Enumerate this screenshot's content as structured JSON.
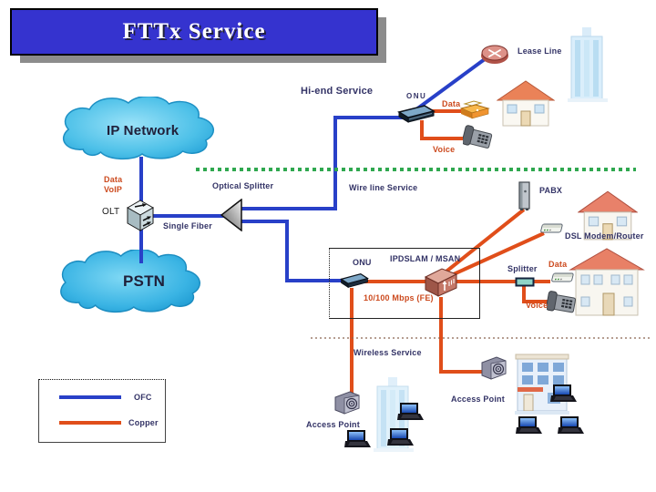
{
  "title": "FTTx Service",
  "clouds": {
    "ip_network": "IP Network",
    "pstn": "PSTN"
  },
  "services": {
    "hi_end": "Hi-end Service",
    "wire_line": "Wire line Service",
    "wireless": "Wireless Service"
  },
  "labels": {
    "lease_line": "Lease Line",
    "onu_top": "ONU",
    "data_top": "Data",
    "voice_top": "Voice",
    "data_voip_1": "Data",
    "data_voip_2": "VoIP",
    "olt": "OLT",
    "optical_splitter": "Optical Splitter",
    "single_fiber": "Single Fiber",
    "pabx": "PABX",
    "dsl_modem": "DSL Modem/Router",
    "onu_cabinet": "ONU",
    "ipdslam": "IPDSLAM / MSAN",
    "fe_speed": "10/100 Mbps (FE)",
    "splitter": "Splitter",
    "data_right": "Data",
    "voice_right": "Voice",
    "access_point_left": "Access Point",
    "access_point_right": "Access Point"
  },
  "legend": {
    "ofc": "OFC",
    "copper": "Copper"
  },
  "colors": {
    "fiber_blue": "#2840C8",
    "copper_orange": "#E04E1A",
    "service_green": "#2FA84F",
    "banner_blue": "#3533CF",
    "banner_shadow_gray": "#8C8C8C",
    "label_navy": "#333366",
    "label_orange": "#CC4A1E",
    "cloud_cyan": "#2AA6DA"
  },
  "icons": [
    "cloud-icon",
    "router-icon",
    "onu-modem-icon",
    "fax-icon",
    "phone-icon",
    "olt-switch-icon",
    "optical-splitter-icon",
    "pabx-icon",
    "dsl-modem-icon",
    "ipdslam-icon",
    "splitter-icon",
    "access-point-icon",
    "laptop-icon",
    "house-icon",
    "skyscraper-icon",
    "office-building-icon"
  ]
}
